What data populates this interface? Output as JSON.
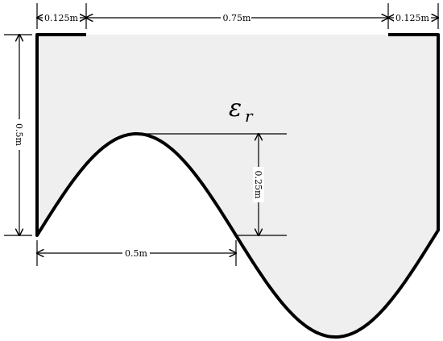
{
  "diagram": {
    "material_symbol": "ε",
    "material_subscript": "r",
    "dimensions": {
      "left_gap": "0.125m",
      "top_opening": "0.75m",
      "right_gap": "0.125m",
      "height": "0.5m",
      "amplitude": "0.25m",
      "half_period": "0.5m"
    },
    "colors": {
      "fill": "#efefef",
      "outline": "#000000",
      "background": "#ffffff"
    }
  }
}
